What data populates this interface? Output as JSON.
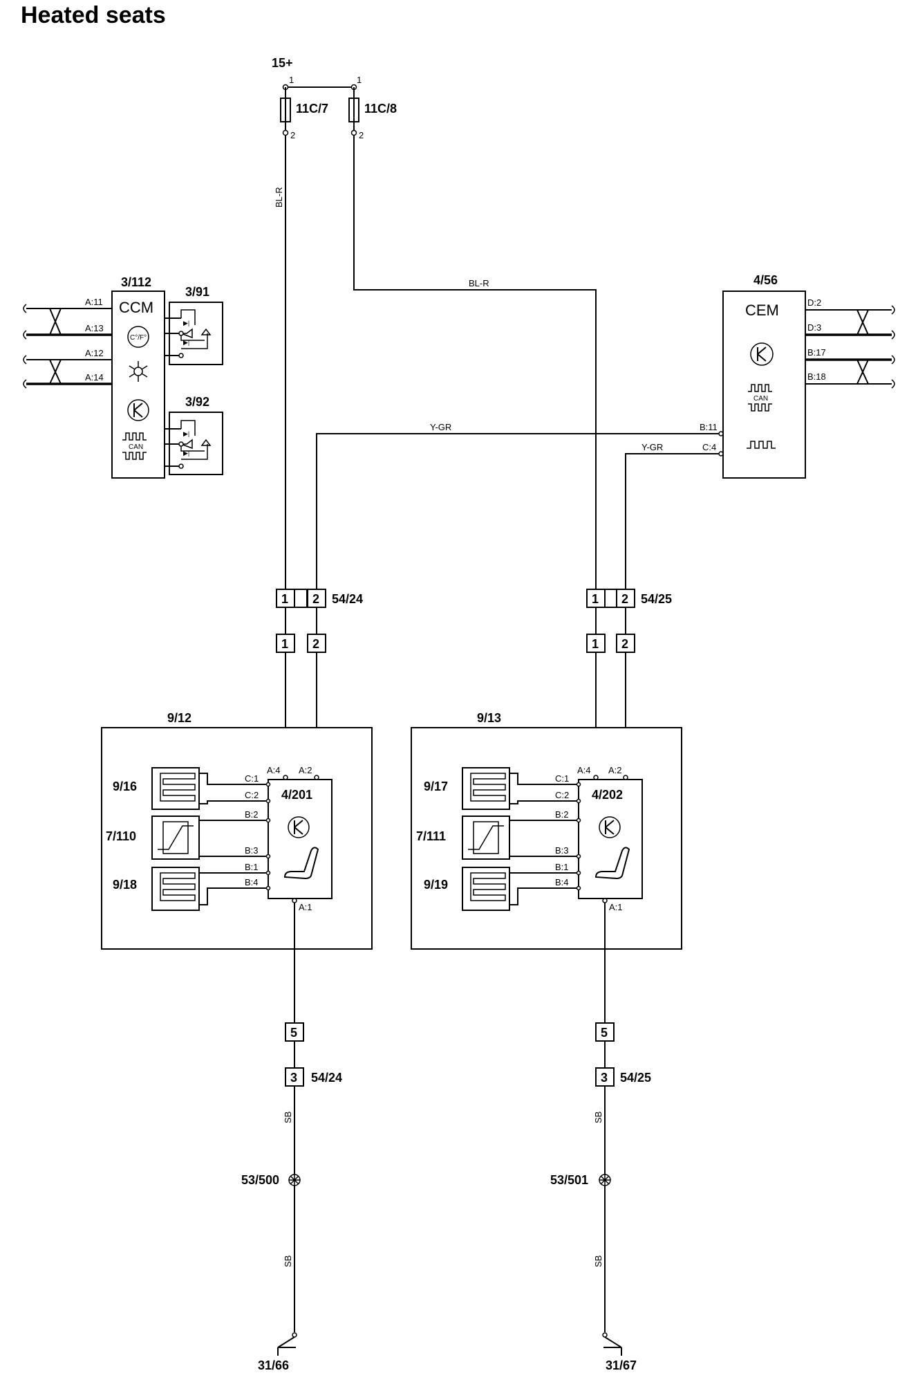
{
  "title": "Heated seats",
  "supply": {
    "label": "15+",
    "pin1_left": "1",
    "pin1_right": "1"
  },
  "fuses": [
    {
      "id": "11C/7",
      "pin_top": "1",
      "pin_bottom": "2"
    },
    {
      "id": "11C/8",
      "pin_top": "1",
      "pin_bottom": "2"
    }
  ],
  "wire_colors": {
    "bl_r_left": "BL-R",
    "bl_r_right": "BL-R",
    "y_gr_top": "Y-GR",
    "y_gr_bottom": "Y-GR",
    "sb_1": "SB",
    "sb_2": "SB",
    "sb_3": "SB",
    "sb_4": "SB"
  },
  "ccm": {
    "id": "3/112",
    "name": "CCM",
    "temp_symbol": "C°/F°",
    "can": "CAN",
    "pins": [
      "A:11",
      "A:13",
      "A:12",
      "A:14"
    ]
  },
  "switch_top": {
    "id": "3/91"
  },
  "switch_bottom": {
    "id": "3/92"
  },
  "cem": {
    "id": "4/56",
    "name": "CEM",
    "can": "CAN",
    "pins_right": [
      "D:2",
      "D:3",
      "B:17",
      "B:18"
    ],
    "pins_left": [
      "B:11",
      "C:4"
    ]
  },
  "connector_left": {
    "id": "54/24",
    "pins": [
      "1",
      "2"
    ],
    "pins_lower": [
      "1",
      "2"
    ]
  },
  "connector_right": {
    "id": "54/25",
    "pins": [
      "1",
      "2"
    ],
    "pins_lower": [
      "1",
      "2"
    ]
  },
  "seat_left": {
    "id": "9/12",
    "module": "4/201",
    "elements": [
      "9/16",
      "7/110",
      "9/18"
    ],
    "pins_top": [
      "A:4",
      "A:2"
    ],
    "pins_side": [
      "C:1",
      "C:2",
      "B:2",
      "B:3",
      "B:1",
      "B:4"
    ],
    "pin_bottom": "A:1"
  },
  "seat_right": {
    "id": "9/13",
    "module": "4/202",
    "elements": [
      "9/17",
      "7/111",
      "9/19"
    ],
    "pins_top": [
      "A:4",
      "A:2"
    ],
    "pins_side": [
      "C:1",
      "C:2",
      "B:2",
      "B:3",
      "B:1",
      "B:4"
    ],
    "pin_bottom": "A:1"
  },
  "ground_left": {
    "connector_pins": [
      "5",
      "3"
    ],
    "connector_id": "54/24",
    "splice": "53/500",
    "ground": "31/66"
  },
  "ground_right": {
    "connector_pins": [
      "5",
      "3"
    ],
    "connector_id": "54/25",
    "splice": "53/501",
    "ground": "31/67"
  }
}
